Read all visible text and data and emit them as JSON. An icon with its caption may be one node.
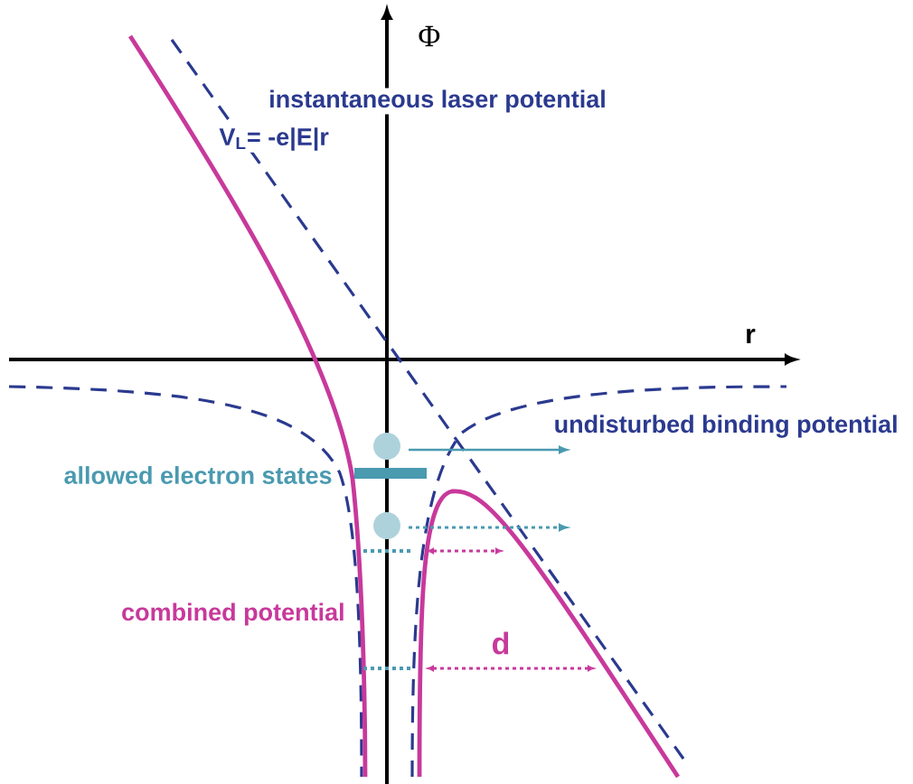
{
  "diagram": {
    "labels": [
      "Φ",
      "instantaneous laser potential",
      "V$_{L}$= -e|E|r",
      "r",
      "undisturbed binding potential",
      "allowed electron states",
      "combined potential",
      "d"
    ]
  }
}
